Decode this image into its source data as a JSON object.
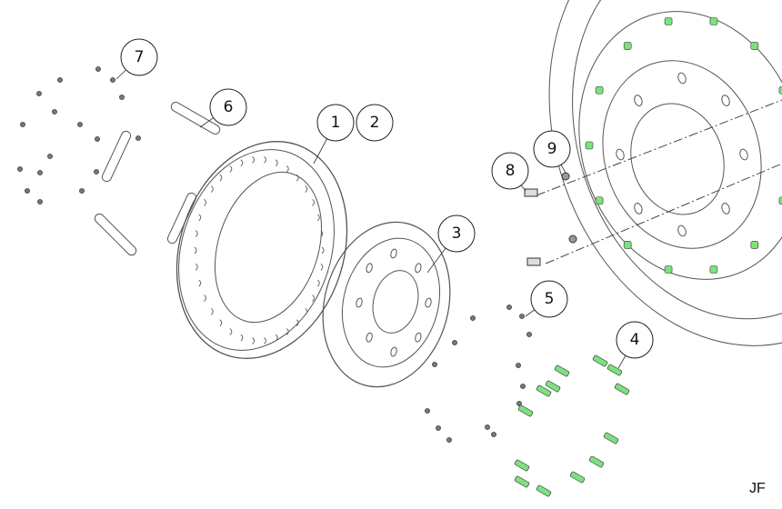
{
  "diagram": {
    "callouts": [
      "1",
      "2",
      "3",
      "4",
      "5",
      "6",
      "7",
      "8",
      "9"
    ],
    "signature": "JF",
    "colors": {
      "line": "#555555",
      "bolt": "#7ee07e",
      "nut": "#777777",
      "callout_stroke": "#222222"
    }
  }
}
